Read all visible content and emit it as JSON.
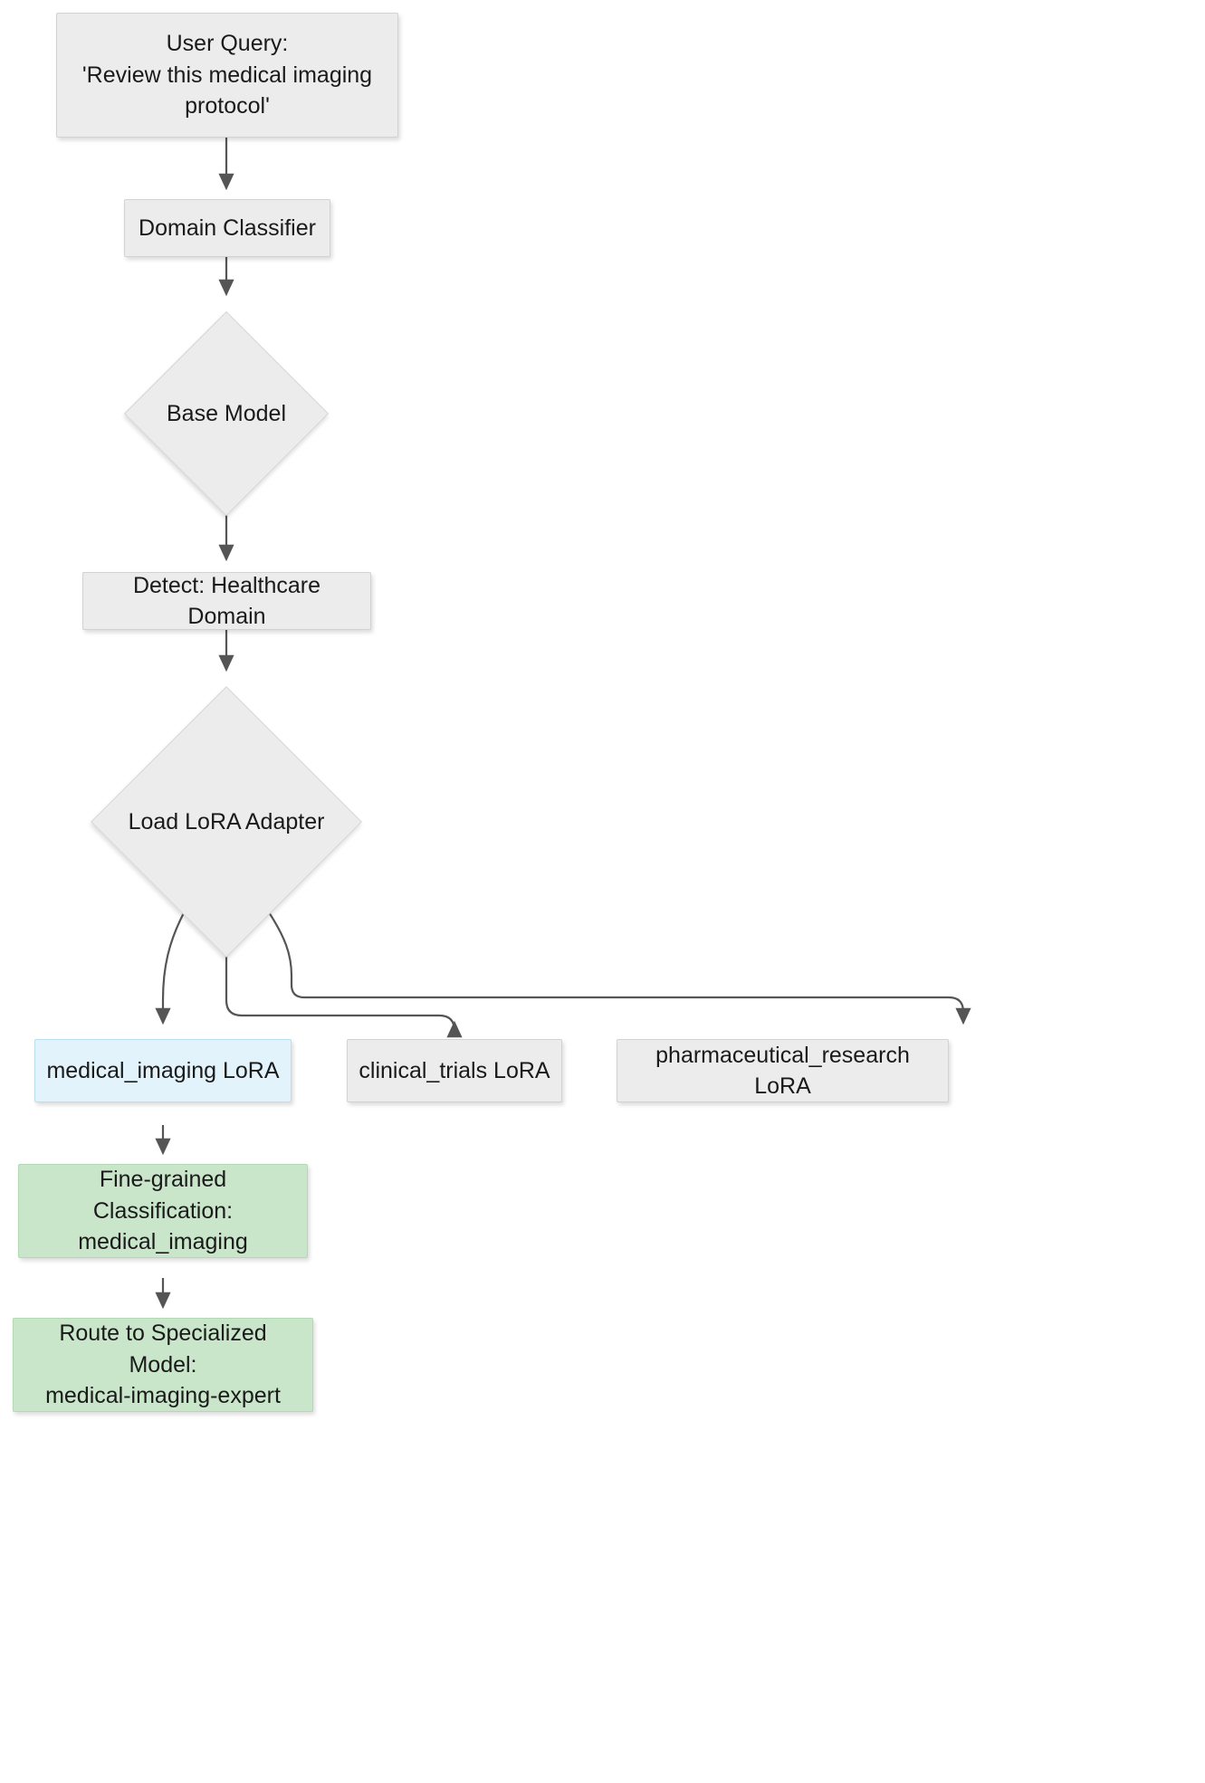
{
  "diagram": {
    "type": "flowchart",
    "orientation": "top-down",
    "title": "LoRA adapter routing flow",
    "colors": {
      "default_fill": "#ececec",
      "default_stroke": "#d2d2d2",
      "highlight_fill": "#e2f3fb",
      "highlight_stroke": "#b9dff0",
      "result_fill": "#c9e6ca",
      "result_stroke": "#b2d8b4",
      "edge_stroke": "#555555",
      "text": "#1a1a1a"
    },
    "nodes": [
      {
        "id": "user_query",
        "shape": "rectangle",
        "style": "default",
        "label": "User Query:\n'Review this medical imaging\nprotocol'"
      },
      {
        "id": "domain_classifier",
        "shape": "rectangle",
        "style": "default",
        "label": "Domain Classifier"
      },
      {
        "id": "base_model",
        "shape": "diamond",
        "style": "default",
        "label": "Base Model"
      },
      {
        "id": "detect_healthcare",
        "shape": "rectangle",
        "style": "default",
        "label": "Detect: Healthcare Domain"
      },
      {
        "id": "load_lora_adapter",
        "shape": "diamond",
        "style": "default",
        "label": "Load LoRA Adapter"
      },
      {
        "id": "medical_imaging_lora",
        "shape": "rectangle",
        "style": "highlight",
        "label": "medical_imaging LoRA"
      },
      {
        "id": "clinical_trials_lora",
        "shape": "rectangle",
        "style": "default",
        "label": "clinical_trials LoRA"
      },
      {
        "id": "pharmaceutical_research_lora",
        "shape": "rectangle",
        "style": "default",
        "label": "pharmaceutical_research LoRA"
      },
      {
        "id": "fine_grained_classification",
        "shape": "rectangle",
        "style": "result",
        "label": "Fine-grained Classification:\nmedical_imaging"
      },
      {
        "id": "route_specialized_model",
        "shape": "rectangle",
        "style": "result",
        "label": "Route to Specialized Model:\nmedical-imaging-expert"
      }
    ],
    "edges": [
      {
        "from": "user_query",
        "to": "domain_classifier",
        "arrow": "down"
      },
      {
        "from": "domain_classifier",
        "to": "base_model",
        "arrow": "down"
      },
      {
        "from": "base_model",
        "to": "detect_healthcare",
        "arrow": "down"
      },
      {
        "from": "detect_healthcare",
        "to": "load_lora_adapter",
        "arrow": "down"
      },
      {
        "from": "load_lora_adapter",
        "to": "medical_imaging_lora",
        "arrow": "down"
      },
      {
        "from": "load_lora_adapter",
        "to": "clinical_trials_lora",
        "arrow": "down"
      },
      {
        "from": "load_lora_adapter",
        "to": "pharmaceutical_research_lora",
        "arrow": "down"
      },
      {
        "from": "medical_imaging_lora",
        "to": "fine_grained_classification",
        "arrow": "down"
      },
      {
        "from": "fine_grained_classification",
        "to": "route_specialized_model",
        "arrow": "down"
      }
    ]
  }
}
